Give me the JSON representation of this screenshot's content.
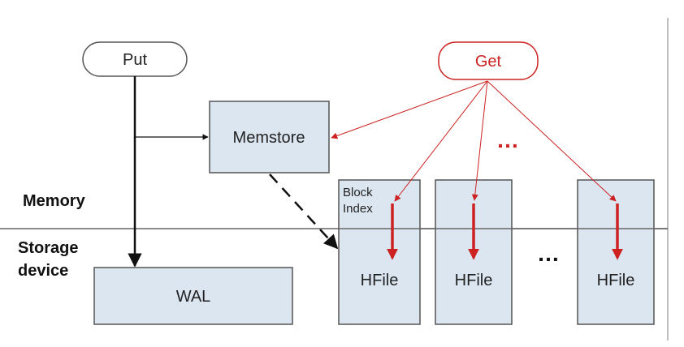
{
  "labels": {
    "put": "Put",
    "get": "Get",
    "memstore": "Memstore",
    "memory": "Memory",
    "storage_line1": "Storage",
    "storage_line2": "device",
    "wal": "WAL",
    "block_index_line1": "Block",
    "block_index_line2": "Index",
    "hfile": "HFile",
    "ellipsis": "…"
  },
  "colors": {
    "box_fill": "#dce6f1",
    "box_stroke": "#555555",
    "read_path": "#cc2222",
    "write_path": "#111111",
    "divider": "#666666"
  }
}
